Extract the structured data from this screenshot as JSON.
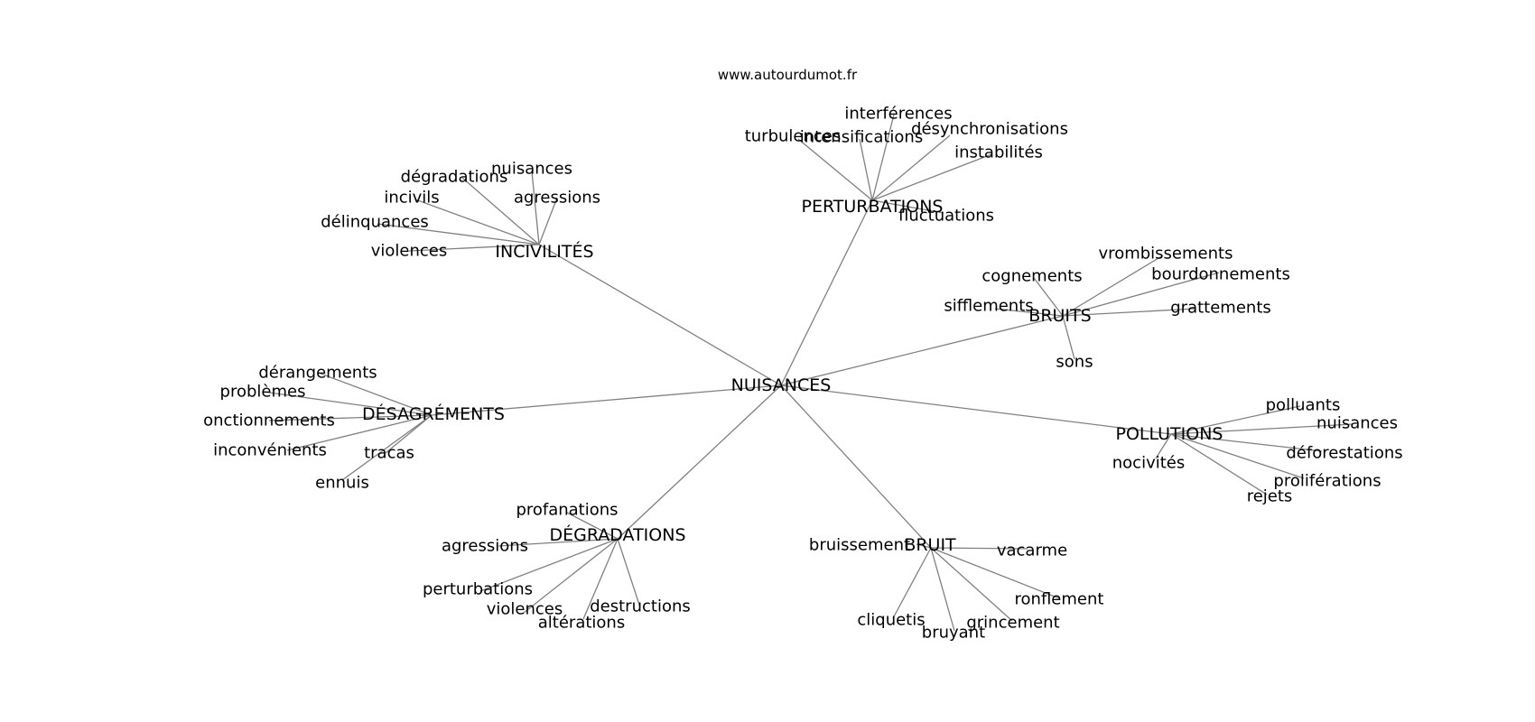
{
  "watermark": "www.autourdumot.fr",
  "edge_color": "#808080",
  "text_color": "#000000",
  "root": "NUISANCES",
  "groups": [
    {
      "label": "INCIVILITÉS",
      "children": [
        "nuisances",
        "dégradations",
        "agressions",
        "incivils",
        "délinquances",
        "violences"
      ]
    },
    {
      "label": "PERTURBATIONS",
      "children": [
        "interférences",
        "désynchronisations",
        "turbulences",
        "intensifications",
        "instabilités",
        "fluctuations"
      ]
    },
    {
      "label": "BRUITS",
      "children": [
        "vrombissements",
        "bourdonnements",
        "cognements",
        "sifflements",
        "grattements",
        "sons"
      ]
    },
    {
      "label": "POLLUTIONS",
      "children": [
        "polluants",
        "nuisances",
        "déforestations",
        "nocivités",
        "proliférations",
        "rejets"
      ]
    },
    {
      "label": "BRUIT",
      "children": [
        "bruissement",
        "vacarme",
        "ronflement",
        "cliquetis",
        "bruyant",
        "grincement"
      ]
    },
    {
      "label": "DÉGRADATIONS",
      "children": [
        "profanations",
        "agressions",
        "perturbations",
        "violences",
        "destructions",
        "altérations"
      ]
    },
    {
      "label": "DÉSAGRÉMENTS",
      "children": [
        "dérangements",
        "problèmes",
        "onctionnements",
        "inconvénients",
        "tracas",
        "ennuis"
      ]
    }
  ]
}
